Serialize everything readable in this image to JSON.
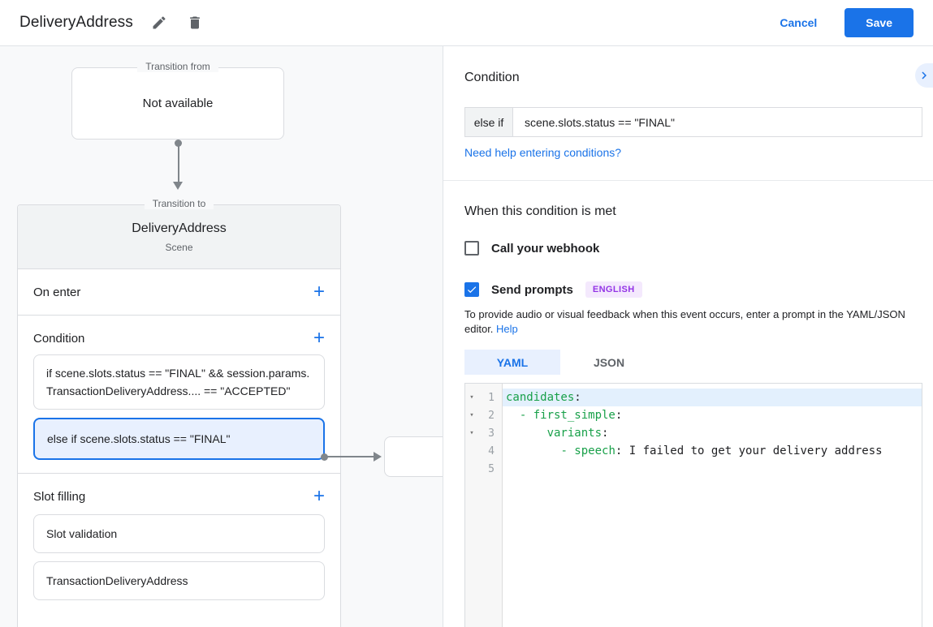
{
  "colors": {
    "accent_blue": "#1a73e8",
    "selection_bg": "#e8f0fe",
    "code_green": "#18a049",
    "badge_purple": "#9334e6",
    "badge_purple_bg": "#f4e9fd",
    "panel_bg": "#f8f9fa"
  },
  "header": {
    "title": "DeliveryAddress",
    "cancel_label": "Cancel",
    "save_label": "Save"
  },
  "diagram": {
    "transition_from": {
      "label": "Transition from",
      "content": "Not available"
    },
    "transition_to": {
      "label": "Transition to",
      "scene_name": "DeliveryAddress",
      "scene_type": "Scene",
      "on_enter_label": "On enter",
      "add_symbol": "+",
      "condition_label": "Condition",
      "conditions": [
        {
          "text": "if scene.slots.status == \"FINAL\" && session.params.TransactionDeliveryAddress.... == \"ACCEPTED\"",
          "selected": false
        },
        {
          "text": "else if scene.slots.status == \"FINAL\"",
          "selected": true
        }
      ],
      "slot_filling_label": "Slot filling",
      "slots": [
        "Slot validation",
        "TransactionDeliveryAddress"
      ]
    }
  },
  "panel": {
    "title": "Condition",
    "condition_prefix": "else if",
    "condition_value": "scene.slots.status == \"FINAL\"",
    "help_link": "Need help entering conditions?",
    "section_title": "When this condition is met",
    "webhook": {
      "label": "Call your webhook",
      "checked": false
    },
    "prompts": {
      "label": "Send prompts",
      "checked": true,
      "badge": "ENGLISH"
    },
    "description": "To provide audio or visual feedback when this event occurs, enter a prompt in the YAML/JSON editor.",
    "description_link": "Help",
    "tabs": [
      {
        "label": "YAML",
        "active": true
      },
      {
        "label": "JSON",
        "active": false
      }
    ],
    "editor": {
      "lines": [
        {
          "number": 1,
          "fold": true,
          "highlight": true,
          "segments": [
            {
              "t": "candidates",
              "c": "k"
            },
            {
              "t": ":",
              "c": "p"
            }
          ]
        },
        {
          "number": 2,
          "fold": true,
          "highlight": false,
          "segments": [
            {
              "t": "  ",
              "c": "p"
            },
            {
              "t": "- first_simple",
              "c": "k"
            },
            {
              "t": ":",
              "c": "p"
            }
          ]
        },
        {
          "number": 3,
          "fold": true,
          "highlight": false,
          "segments": [
            {
              "t": "      ",
              "c": "p"
            },
            {
              "t": "variants",
              "c": "k"
            },
            {
              "t": ":",
              "c": "p"
            }
          ]
        },
        {
          "number": 4,
          "fold": false,
          "highlight": false,
          "segments": [
            {
              "t": "        ",
              "c": "p"
            },
            {
              "t": "- speech",
              "c": "k"
            },
            {
              "t": ": ",
              "c": "p"
            },
            {
              "t": "I failed to get your delivery address",
              "c": "p"
            }
          ]
        },
        {
          "number": 5,
          "fold": false,
          "highlight": false,
          "segments": []
        }
      ]
    }
  }
}
